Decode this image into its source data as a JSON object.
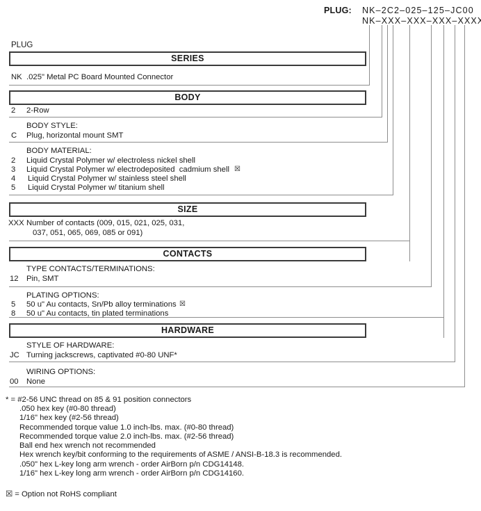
{
  "header": {
    "label": "PLUG:",
    "part_number": "NK–2C2–025–125–JC00",
    "part_mask": "NK–XXX–XXX–XXX–XXXX"
  },
  "plug_word": "PLUG",
  "bands": {
    "series": "SERIES",
    "body": "BODY",
    "size": "SIZE",
    "contacts": "CONTACTS",
    "hardware": "HARDWARE"
  },
  "series": {
    "code": "NK",
    "description": ".025\" Metal PC Board Mounted Connector"
  },
  "body": {
    "code": "2",
    "description": "2-Row"
  },
  "body_style": {
    "heading": "BODY STYLE:",
    "code": "C",
    "description": "Plug, horizontal mount SMT"
  },
  "body_material": {
    "heading": "BODY MATERIAL:",
    "options": [
      {
        "code": "2",
        "description": "Liquid Crystal Polymer w/ electroless nickel shell",
        "rohs_flag": false
      },
      {
        "code": "3",
        "description": "Liquid Crystal Polymer w/ electrodeposited  cadmium shell",
        "rohs_flag": true
      },
      {
        "code": "4",
        "description": "Liquid Crystal Polymer w/ stainless steel shell",
        "rohs_flag": false
      },
      {
        "code": "5",
        "description": "Liquid Crystal Polymer w/ titanium shell",
        "rohs_flag": false
      }
    ]
  },
  "size": {
    "code": "XXX",
    "line1": "Number of contacts (009, 015, 021, 025, 031,",
    "line2": "037, 051, 065, 069, 085 or 091)"
  },
  "contacts_type": {
    "heading": "TYPE CONTACTS/TERMINATIONS:",
    "code": "12",
    "description": "Pin, SMT"
  },
  "plating": {
    "heading": "PLATING OPTIONS:",
    "options": [
      {
        "code": "5",
        "description": "50 u\" Au contacts, Sn/Pb alloy terminations",
        "rohs_flag": true
      },
      {
        "code": "8",
        "description": "50 u\" Au contacts, tin plated terminations",
        "rohs_flag": false
      }
    ]
  },
  "hardware_style": {
    "heading": "STYLE OF HARDWARE:",
    "code": "JC",
    "description": "Turning jackscrews, captivated #0-80 UNF*"
  },
  "wiring": {
    "heading": "WIRING OPTIONS:",
    "code": "00",
    "description": "None"
  },
  "footnotes": [
    "* = #2-56 UNC thread on 85 & 91 position connectors",
    ".050 hex key (#0-80 thread)",
    "1/16\" hex key (#2-56 thread)",
    "Recommended torque value 1.0 inch-lbs. max. (#0-80 thread)",
    "Recommended torque value 2.0 inch-lbs. max. (#2-56 thread)",
    "Ball end hex wrench not recommended",
    "Hex wrench key/bit conforming to the requirements of ASME / ANSI-B-18.3 is recommended.",
    ".050\" hex L-key long arm wrench - order AirBorn p/n CDG14148.",
    "1/16\" hex L-key long arm wrench - order AirBorn p/n CDG14160."
  ],
  "rohs_key": "☒ = Option not RoHS compliant",
  "rohs_symbol": "☒"
}
